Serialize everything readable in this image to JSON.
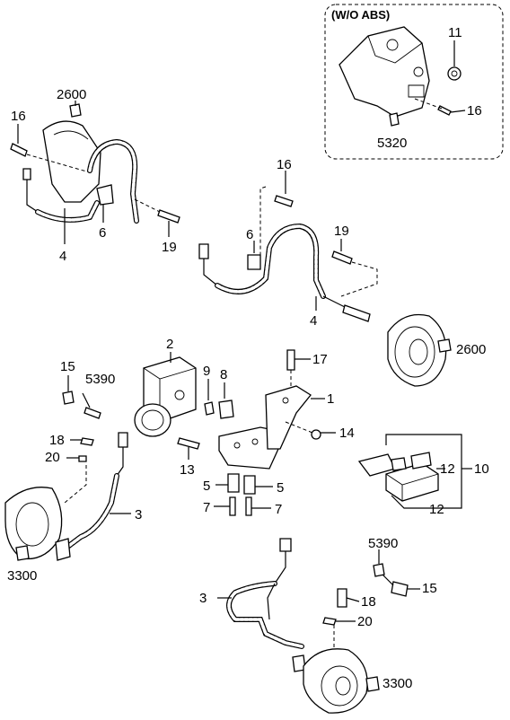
{
  "inset": {
    "title": "(W/O ABS)"
  },
  "labels": {
    "p11": "11",
    "p16_inset": "16",
    "p5320": "5320",
    "p2600_left": "2600",
    "p16_left": "16",
    "p6_left": "6",
    "p19_left": "19",
    "p4_left": "4",
    "p16_mid": "16",
    "p6_mid": "6",
    "p19_right": "19",
    "p4_right": "4",
    "p2600_right": "2600",
    "p2": "2",
    "p9": "9",
    "p8": "8",
    "p17": "17",
    "p1": "1",
    "p14": "14",
    "p15_left": "15",
    "p5390_left": "5390",
    "p18_left": "18",
    "p20_left": "20",
    "p13": "13",
    "p5_a": "5",
    "p5_b": "5",
    "p7_a": "7",
    "p7_b": "7",
    "p3_left": "3",
    "p3300_left": "3300",
    "p12_a": "12",
    "p12_b": "12",
    "p10": "10",
    "p5390_right": "5390",
    "p15_right": "15",
    "p18_right": "18",
    "p3_right": "3",
    "p20_right": "20",
    "p3300_right": "3300"
  }
}
